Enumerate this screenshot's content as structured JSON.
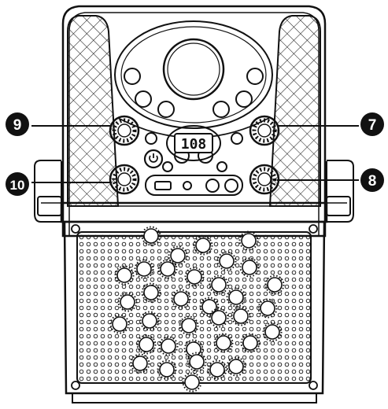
{
  "display": {
    "readout": "108"
  },
  "callouts": [
    {
      "id": "9",
      "label": "9",
      "side": "left"
    },
    {
      "id": "7",
      "label": "7",
      "side": "right"
    },
    {
      "id": "10",
      "label": "10",
      "side": "left"
    },
    {
      "id": "8",
      "label": "8",
      "side": "right"
    }
  ],
  "icons": {
    "power": "power-icon",
    "usb": "usb-port-icon",
    "mic_jack": "mic-jack-icon",
    "rca": "rca-jack-icon"
  },
  "colors": {
    "line": "#111111",
    "background": "#ffffff",
    "callout_fill": "#111111",
    "callout_text": "#ffffff",
    "display_bg": "#111111",
    "display_text": "#ffffff"
  }
}
